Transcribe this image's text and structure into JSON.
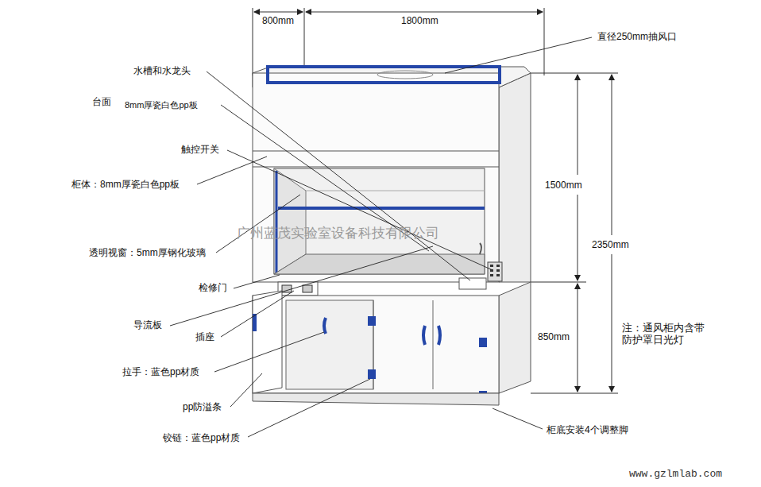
{
  "diagram": {
    "labels": [
      "800mm",
      "1800mm",
      "直径250mm抽风口",
      "水槽和水龙头",
      "台面",
      "8mm厚瓷白色pp板",
      "触控开关",
      "柜体：8mm厚瓷白色pp板",
      "1500mm",
      "2350mm",
      "广州蓝茂实验室设备科技有限公司",
      "透明视窗：5mm厚钢化玻璃",
      "检修门",
      "导流板",
      "插座",
      "850mm",
      "注：通风柜内含带 防护罩日光灯",
      "拉手：蓝色pp材质",
      "pp防溢条",
      "柜底安装4个调整脚",
      "铰链：蓝色pp材质",
      "www.gzlmlab.com"
    ]
  }
}
